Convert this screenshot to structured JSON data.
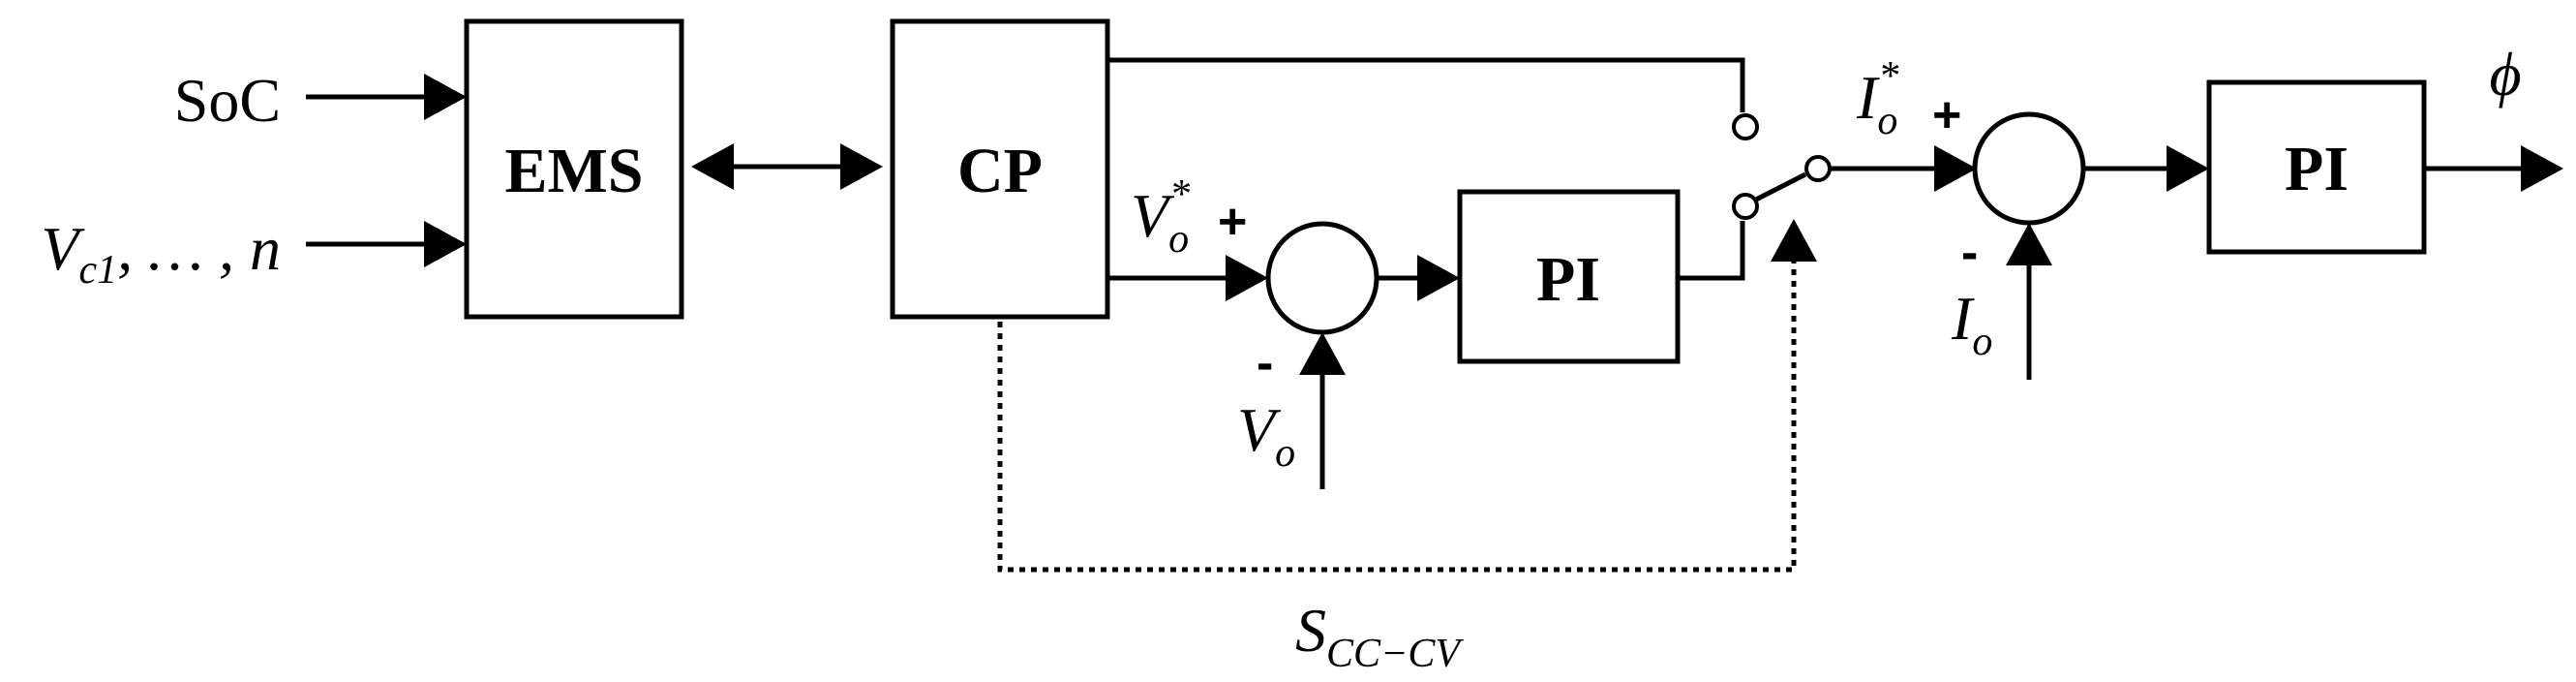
{
  "blocks": {
    "ems": "EMS",
    "cp": "CP",
    "pi_voltage": "PI",
    "pi_current": "PI"
  },
  "inputs": {
    "soc": "SoC",
    "vc_main": "V",
    "vc_sub": "c1",
    "vc_rest": ", … , n"
  },
  "signals": {
    "vo_ref_main": "V",
    "vo_ref_sub": "o",
    "vo_ref_sup": "*",
    "vo_main": "V",
    "vo_sub": "o",
    "io_ref_main": "I",
    "io_ref_sub": "o",
    "io_ref_sup": "*",
    "io_main": "I",
    "io_sub": "o",
    "output": "ϕ",
    "scccv_main": "S",
    "scccv_sub": "CC−CV"
  },
  "signs": {
    "plus": "+",
    "minus": "-"
  }
}
